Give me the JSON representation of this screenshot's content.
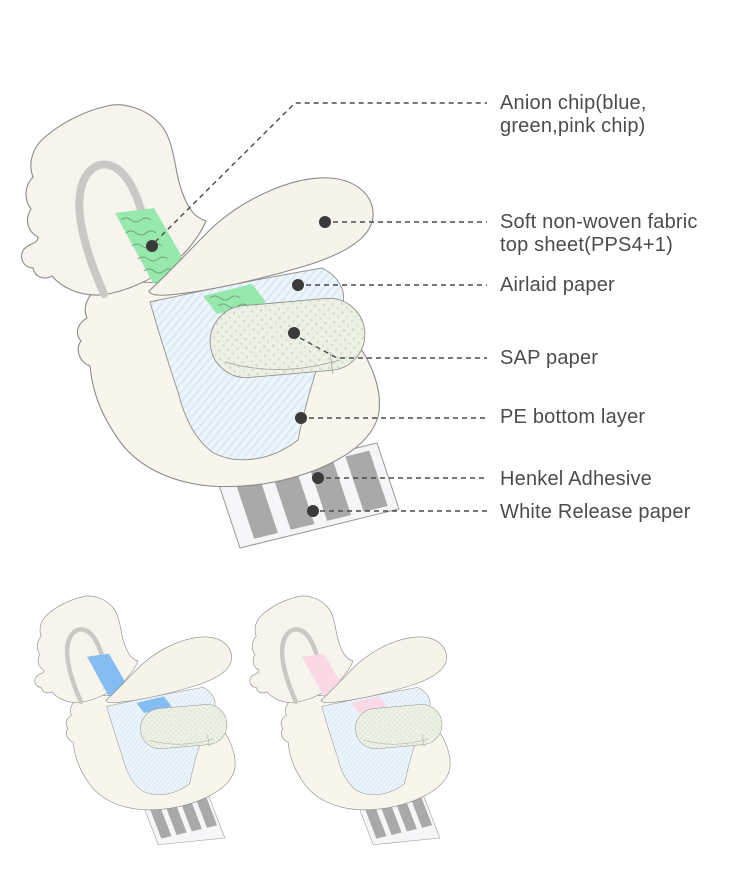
{
  "diagram": {
    "callouts": [
      {
        "part": "anion-chip",
        "label": "Anion chip(blue,\ngreen,pink chip)"
      },
      {
        "part": "top-sheet",
        "label": "Soft non-woven fabric\ntop sheet(PPS4+1)"
      },
      {
        "part": "airlaid-paper",
        "label": "Airlaid paper"
      },
      {
        "part": "sap-paper",
        "label": "SAP  paper"
      },
      {
        "part": "pe-bottom-layer",
        "label": "PE bottom layer"
      },
      {
        "part": "henkel-adhesive",
        "label": "Henkel Adhesive"
      },
      {
        "part": "white-release-paper",
        "label": "White Release paper"
      }
    ],
    "variants": [
      {
        "name": "green-chip",
        "chip_color": "#97e8ad"
      },
      {
        "name": "blue-chip",
        "chip_color": "#85bdf2"
      },
      {
        "name": "pink-chip",
        "chip_color": "#fbd9e4"
      }
    ],
    "colors": {
      "pad_body": "#f6f4ec",
      "outline": "#8b8b88",
      "channel": "#c9c8c4",
      "airlaid_fill": "#eef5fb",
      "sap_fill": "#edf1e5",
      "release_paper": "#f6f6f9",
      "adhesive_stripe": "#a9a9a9",
      "label_text": "#4c4c4c",
      "chip_wave_line": "#6fa27e",
      "callout_dot": "#3a3a3a"
    }
  }
}
